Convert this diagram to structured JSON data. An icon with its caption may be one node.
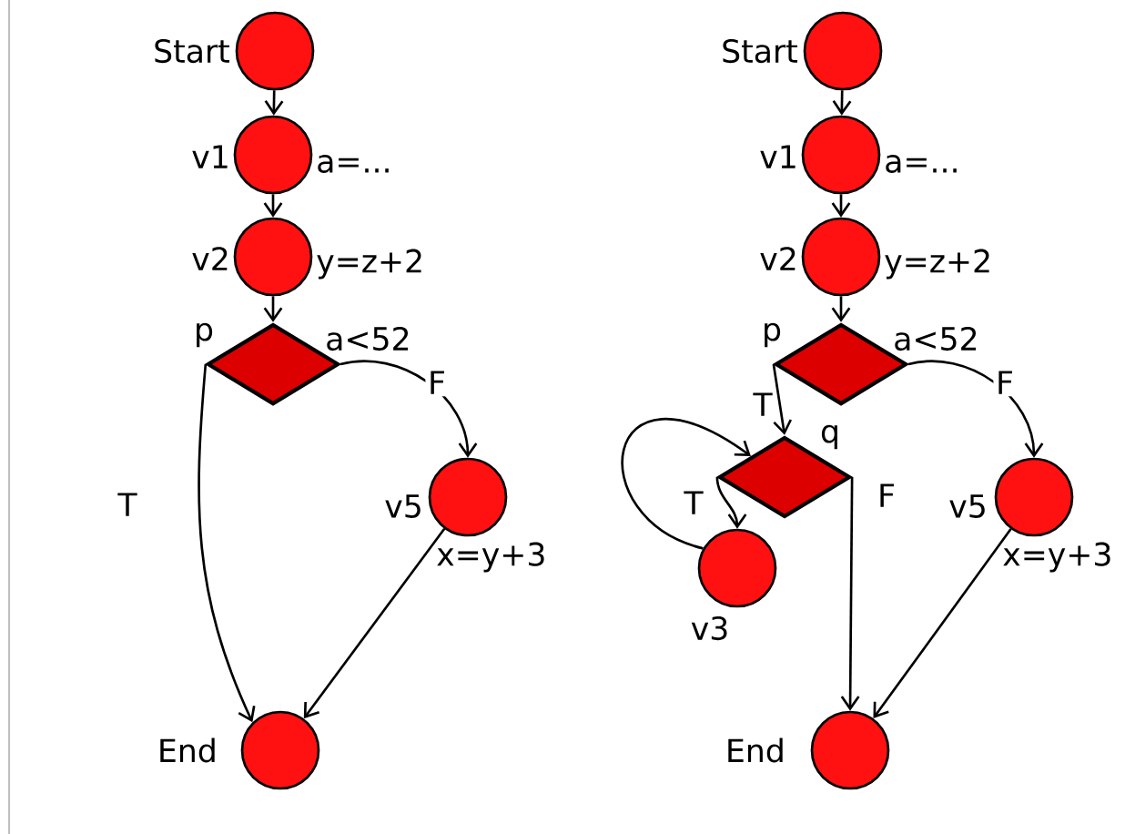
{
  "diagram": {
    "nodes": [
      {
        "text": [],
        "shape": "circle",
        "beside": [
          "Start"
        ]
      },
      {
        "text": [],
        "shape": "circle",
        "beside": [
          "v1",
          "a=..."
        ]
      },
      {
        "text": [],
        "shape": "circle",
        "beside": [
          "v2",
          "y=z+2"
        ]
      },
      {
        "text": [],
        "shape": "diamond",
        "beside": [
          "p",
          "a<52"
        ]
      },
      {
        "text": [],
        "shape": "circle",
        "beside": [
          "v5",
          "x=y+3"
        ]
      },
      {
        "text": [],
        "shape": "circle",
        "beside": [
          "End"
        ]
      },
      {
        "text": [],
        "shape": "circle",
        "beside": [
          "Start"
        ]
      },
      {
        "text": [],
        "shape": "circle",
        "beside": [
          "v1",
          "a=..."
        ]
      },
      {
        "text": [],
        "shape": "circle",
        "beside": [
          "v2",
          "y=z+2"
        ]
      },
      {
        "text": [],
        "shape": "diamond",
        "beside": [
          "p",
          "a<52"
        ]
      },
      {
        "text": [],
        "shape": "diamond",
        "beside": [
          "q"
        ]
      },
      {
        "text": [],
        "shape": "circle",
        "beside": [
          "v3"
        ]
      },
      {
        "text": [],
        "shape": "circle",
        "beside": [
          "v5",
          "x=y+3"
        ]
      },
      {
        "text": [],
        "shape": "circle",
        "beside": [
          "End"
        ]
      }
    ],
    "edges": [
      {
        "from": 0,
        "to": 1,
        "arrow": "to"
      },
      {
        "from": 1,
        "to": 2,
        "arrow": "to"
      },
      {
        "from": 2,
        "to": 3,
        "arrow": "to"
      },
      {
        "from": 3,
        "to": 5,
        "arrow": "to",
        "label": "T"
      },
      {
        "from": 3,
        "to": 4,
        "arrow": "to",
        "label": "F"
      },
      {
        "from": 4,
        "to": 5,
        "arrow": "to"
      },
      {
        "from": 6,
        "to": 7,
        "arrow": "to"
      },
      {
        "from": 7,
        "to": 8,
        "arrow": "to"
      },
      {
        "from": 8,
        "to": 9,
        "arrow": "to"
      },
      {
        "from": 9,
        "to": 10,
        "arrow": "to",
        "label": "T"
      },
      {
        "from": 9,
        "to": 12,
        "arrow": "to",
        "label": "F"
      },
      {
        "from": 10,
        "to": 11,
        "arrow": "to",
        "label": "T"
      },
      {
        "from": 11,
        "to": 10,
        "arrow": "to"
      },
      {
        "from": 10,
        "to": 13,
        "arrow": "to",
        "label": "F"
      },
      {
        "from": 12,
        "to": 13,
        "arrow": "to"
      }
    ]
  }
}
